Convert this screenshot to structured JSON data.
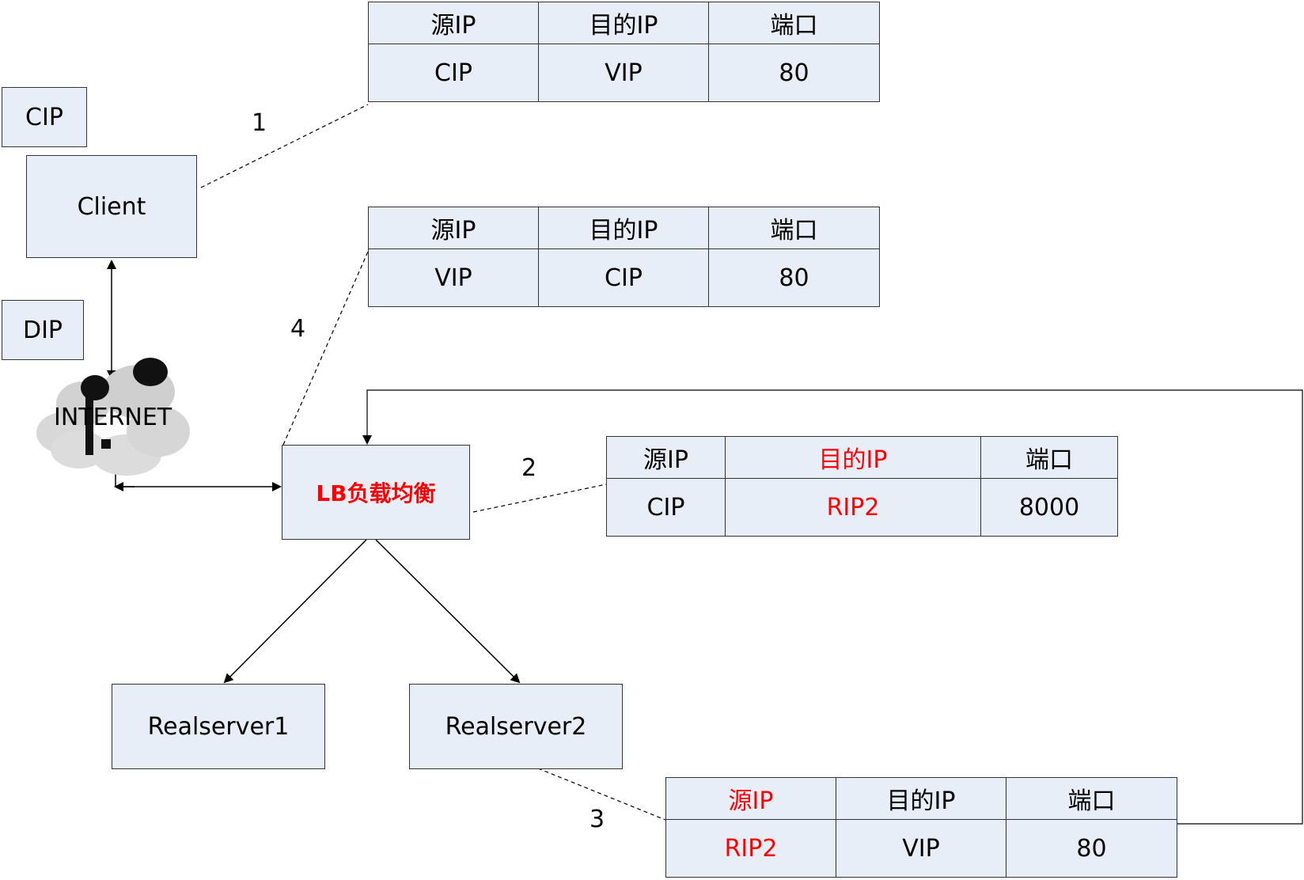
{
  "nodes": {
    "cip": "CIP",
    "client": "Client",
    "dip": "DIP",
    "internet": "INTERNET",
    "lb": "LB负载均衡",
    "rs1": "Realserver1",
    "rs2": "Realserver2"
  },
  "steps": {
    "s1": "1",
    "s2": "2",
    "s3": "3",
    "s4": "4"
  },
  "tables": {
    "t1": {
      "h": [
        "源IP",
        "目的IP",
        "端口"
      ],
      "v": [
        "CIP",
        "VIP",
        "80"
      ]
    },
    "t4": {
      "h": [
        "源IP",
        "目的IP",
        "端口"
      ],
      "v": [
        "VIP",
        "CIP",
        "80"
      ]
    },
    "t2": {
      "h": [
        "源IP",
        "目的IP",
        "端口"
      ],
      "v": [
        "CIP",
        "RIP2",
        "8000"
      ]
    },
    "t3": {
      "h": [
        "源IP",
        "目的IP",
        "端口"
      ],
      "v": [
        "RIP2",
        "VIP",
        "80"
      ]
    }
  },
  "colors": {
    "box_fill": "#e8eef8",
    "highlight": "#ff0000",
    "line": "#000000"
  }
}
